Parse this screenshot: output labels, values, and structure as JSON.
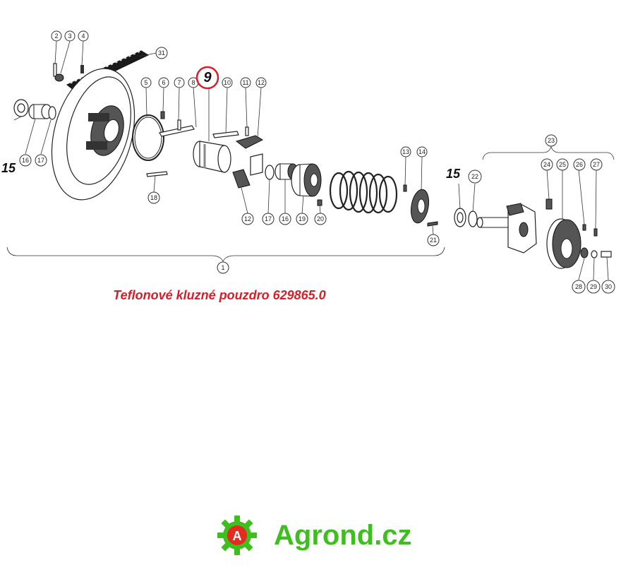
{
  "caption": "Teflonové kluzné pouzdro 629865.0",
  "highlight_label": "9",
  "side_labels": [
    "15",
    "15"
  ],
  "brand": {
    "name": "Agrond.cz",
    "emblem_letter": "A",
    "color": "#3fbf1f"
  },
  "accent_red": "#d4202a",
  "callouts": [
    "1",
    "2",
    "3",
    "4",
    "5",
    "6",
    "7",
    "8",
    "10",
    "11",
    "12",
    "12",
    "13",
    "14",
    "16",
    "16",
    "17",
    "17",
    "18",
    "19",
    "20",
    "21",
    "22",
    "23",
    "24",
    "25",
    "26",
    "27",
    "28",
    "29",
    "30",
    "31"
  ]
}
